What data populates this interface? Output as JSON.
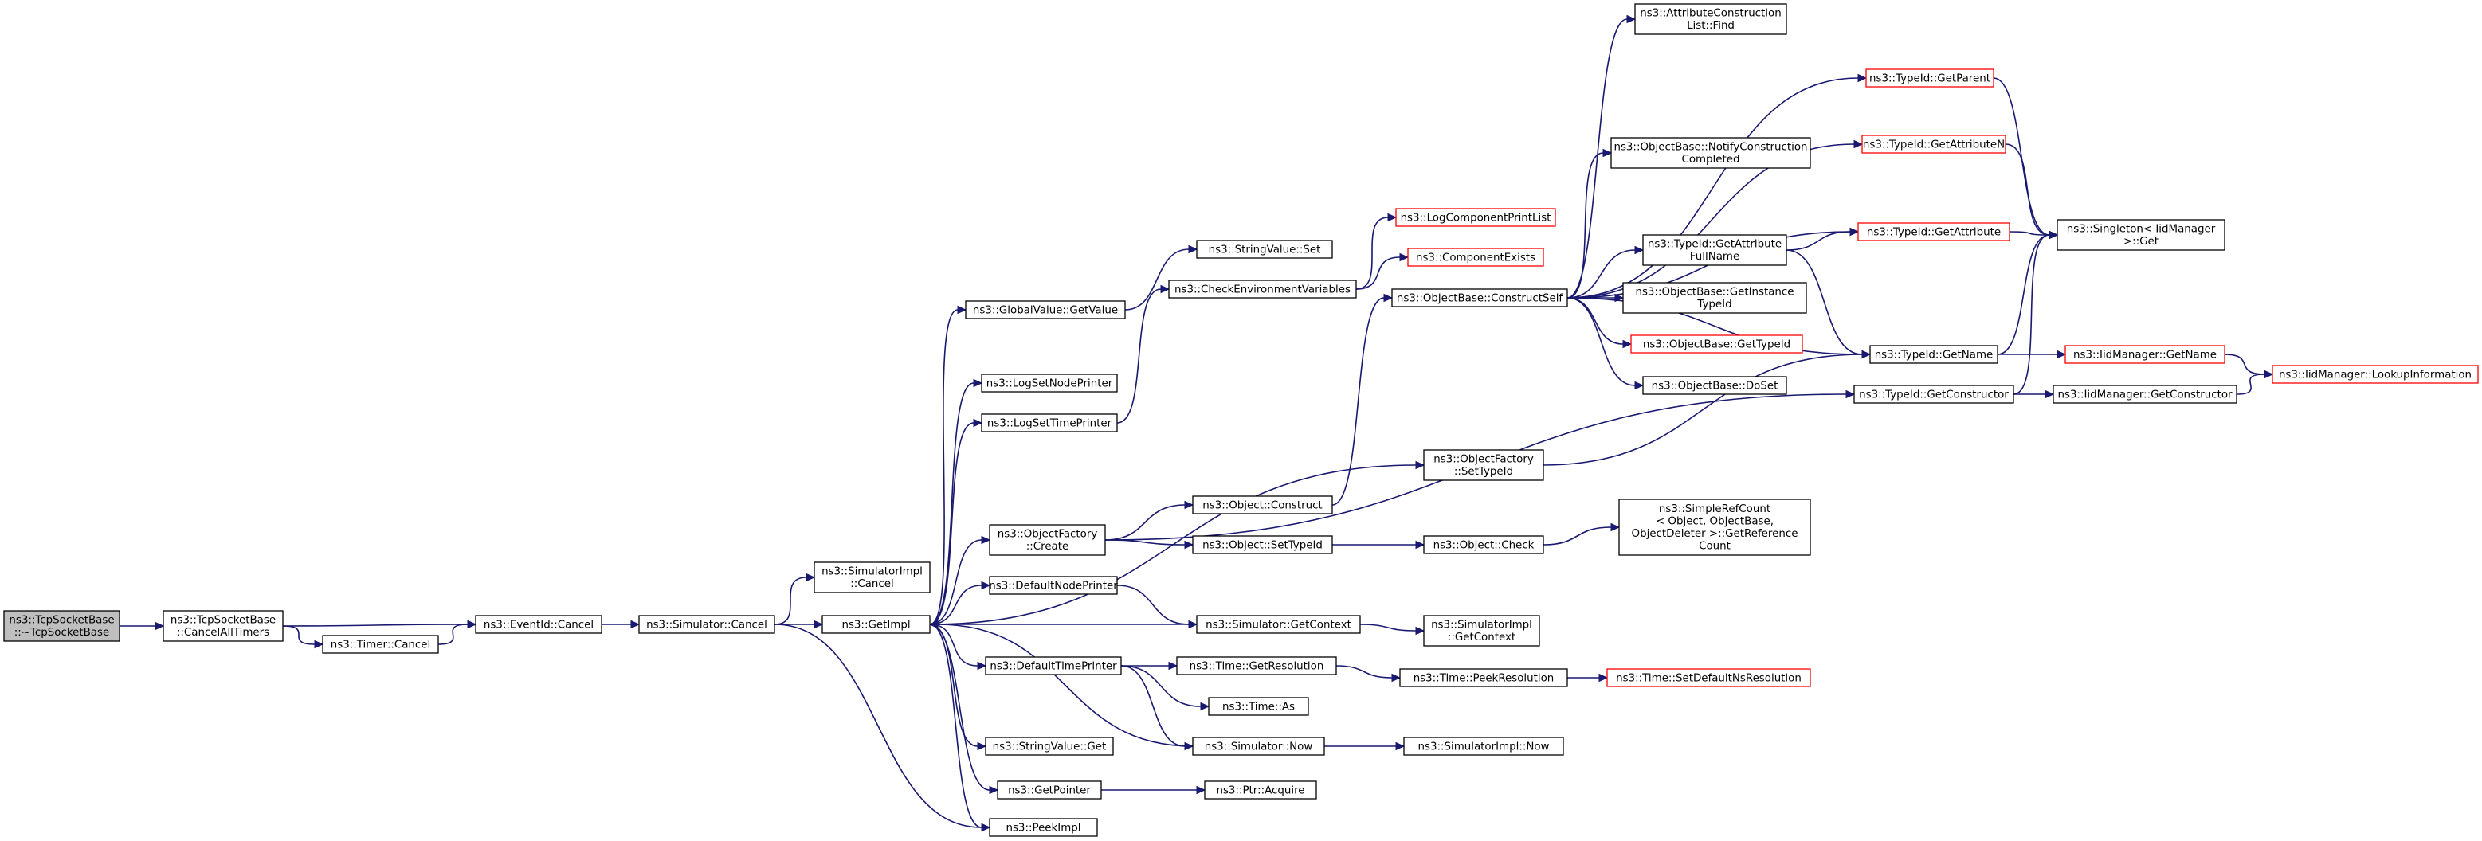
{
  "diagram": {
    "edge_color": "#191970",
    "root_fill": "#bfbfbf",
    "truncated_stroke": "#ff0000",
    "nodes": [
      {
        "id": "tcp_dtor",
        "lines": [
          "ns3::TcpSocketBase",
          "::~TcpSocketBase"
        ],
        "style": "root"
      },
      {
        "id": "cancel_all",
        "lines": [
          "ns3::TcpSocketBase",
          "::CancelAllTimers"
        ],
        "style": "normal"
      },
      {
        "id": "timer_cancel",
        "lines": [
          "ns3::Timer::Cancel"
        ],
        "style": "normal"
      },
      {
        "id": "eventid_cancel",
        "lines": [
          "ns3::EventId::Cancel"
        ],
        "style": "normal"
      },
      {
        "id": "sim_cancel",
        "lines": [
          "ns3::Simulator::Cancel"
        ],
        "style": "normal"
      },
      {
        "id": "simimpl_cancel",
        "lines": [
          "ns3::SimulatorImpl",
          "::Cancel"
        ],
        "style": "normal"
      },
      {
        "id": "getimpl",
        "lines": [
          "ns3::GetImpl"
        ],
        "style": "normal"
      },
      {
        "id": "peekimpl",
        "lines": [
          "ns3::PeekImpl"
        ],
        "style": "normal"
      },
      {
        "id": "gv_getvalue",
        "lines": [
          "ns3::GlobalValue::GetValue"
        ],
        "style": "normal"
      },
      {
        "id": "lognodeprinter",
        "lines": [
          "ns3::LogSetNodePrinter"
        ],
        "style": "normal"
      },
      {
        "id": "logtimeprinter",
        "lines": [
          "ns3::LogSetTimePrinter"
        ],
        "style": "normal"
      },
      {
        "id": "of_create",
        "lines": [
          "ns3::ObjectFactory",
          "::Create"
        ],
        "style": "normal"
      },
      {
        "id": "defnodeprinter",
        "lines": [
          "ns3::DefaultNodePrinter"
        ],
        "style": "normal"
      },
      {
        "id": "deftimeprinter",
        "lines": [
          "ns3::DefaultTimePrinter"
        ],
        "style": "normal"
      },
      {
        "id": "strval_get",
        "lines": [
          "ns3::StringValue::Get"
        ],
        "style": "normal"
      },
      {
        "id": "getpointer",
        "lines": [
          "ns3::GetPointer"
        ],
        "style": "normal"
      },
      {
        "id": "strval_set",
        "lines": [
          "ns3::StringValue::Set"
        ],
        "style": "normal"
      },
      {
        "id": "checkenv",
        "lines": [
          "ns3::CheckEnvironmentVariables"
        ],
        "style": "normal"
      },
      {
        "id": "obj_construct",
        "lines": [
          "ns3::Object::Construct"
        ],
        "style": "normal"
      },
      {
        "id": "obj_settypeid",
        "lines": [
          "ns3::Object::SetTypeId"
        ],
        "style": "normal"
      },
      {
        "id": "sim_getcontext",
        "lines": [
          "ns3::Simulator::GetContext"
        ],
        "style": "normal"
      },
      {
        "id": "time_getres",
        "lines": [
          "ns3::Time::GetResolution"
        ],
        "style": "normal"
      },
      {
        "id": "time_as",
        "lines": [
          "ns3::Time::As"
        ],
        "style": "normal"
      },
      {
        "id": "sim_now",
        "lines": [
          "ns3::Simulator::Now"
        ],
        "style": "normal"
      },
      {
        "id": "ptr_acquire",
        "lines": [
          "ns3::Ptr::Acquire"
        ],
        "style": "normal"
      },
      {
        "id": "logcompprint",
        "lines": [
          "ns3::LogComponentPrintList"
        ],
        "style": "truncated"
      },
      {
        "id": "compexists",
        "lines": [
          "ns3::ComponentExists"
        ],
        "style": "truncated"
      },
      {
        "id": "ob_constructself",
        "lines": [
          "ns3::ObjectBase::ConstructSelf"
        ],
        "style": "normal"
      },
      {
        "id": "of_settypeid",
        "lines": [
          "ns3::ObjectFactory",
          "::SetTypeId"
        ],
        "style": "normal"
      },
      {
        "id": "obj_check",
        "lines": [
          "ns3::Object::Check"
        ],
        "style": "normal"
      },
      {
        "id": "simimpl_getcontext",
        "lines": [
          "ns3::SimulatorImpl",
          "::GetContext"
        ],
        "style": "normal"
      },
      {
        "id": "time_peekres",
        "lines": [
          "ns3::Time::PeekResolution"
        ],
        "style": "normal"
      },
      {
        "id": "simimpl_now",
        "lines": [
          "ns3::SimulatorImpl::Now"
        ],
        "style": "normal"
      },
      {
        "id": "attrlist_find",
        "lines": [
          "ns3::AttributeConstruction",
          "List::Find"
        ],
        "style": "normal"
      },
      {
        "id": "ob_notify",
        "lines": [
          "ns3::ObjectBase::NotifyConstruction",
          "Completed"
        ],
        "style": "normal"
      },
      {
        "id": "tid_getattrfull",
        "lines": [
          "ns3::TypeId::GetAttribute",
          "FullName"
        ],
        "style": "normal"
      },
      {
        "id": "ob_getinstance",
        "lines": [
          "ns3::ObjectBase::GetInstance",
          "TypeId"
        ],
        "style": "normal"
      },
      {
        "id": "ob_gettypeid",
        "lines": [
          "ns3::ObjectBase::GetTypeId"
        ],
        "style": "truncated"
      },
      {
        "id": "ob_doset",
        "lines": [
          "ns3::ObjectBase::DoSet"
        ],
        "style": "normal"
      },
      {
        "id": "simplerefcount",
        "lines": [
          "ns3::SimpleRefCount",
          "< Object, ObjectBase,",
          "ObjectDeleter >::GetReference",
          "Count"
        ],
        "style": "normal"
      },
      {
        "id": "time_setdefault",
        "lines": [
          "ns3::Time::SetDefaultNsResolution"
        ],
        "style": "truncated"
      },
      {
        "id": "tid_getparent",
        "lines": [
          "ns3::TypeId::GetParent"
        ],
        "style": "truncated"
      },
      {
        "id": "tid_getattrn",
        "lines": [
          "ns3::TypeId::GetAttributeN"
        ],
        "style": "truncated"
      },
      {
        "id": "tid_getattr",
        "lines": [
          "ns3::TypeId::GetAttribute"
        ],
        "style": "truncated"
      },
      {
        "id": "tid_getname",
        "lines": [
          "ns3::TypeId::GetName"
        ],
        "style": "normal"
      },
      {
        "id": "tid_getconstructor",
        "lines": [
          "ns3::TypeId::GetConstructor"
        ],
        "style": "normal"
      },
      {
        "id": "singleton_get",
        "lines": [
          "ns3::Singleton< IidManager",
          "&gt;::Get"
        ],
        "style": "normal"
      },
      {
        "id": "iid_getname",
        "lines": [
          "ns3::IidManager::GetName"
        ],
        "style": "truncated"
      },
      {
        "id": "iid_getconstructor",
        "lines": [
          "ns3::IidManager::GetConstructor"
        ],
        "style": "normal"
      },
      {
        "id": "iid_lookup",
        "lines": [
          "ns3::IidManager::LookupInformation"
        ],
        "style": "truncated"
      }
    ],
    "edges": [
      [
        "tcp_dtor",
        "cancel_all"
      ],
      [
        "cancel_all",
        "eventid_cancel"
      ],
      [
        "cancel_all",
        "timer_cancel"
      ],
      [
        "timer_cancel",
        "eventid_cancel"
      ],
      [
        "eventid_cancel",
        "sim_cancel"
      ],
      [
        "sim_cancel",
        "simimpl_cancel"
      ],
      [
        "sim_cancel",
        "getimpl"
      ],
      [
        "sim_cancel",
        "peekimpl"
      ],
      [
        "getimpl",
        "gv_getvalue"
      ],
      [
        "getimpl",
        "lognodeprinter"
      ],
      [
        "getimpl",
        "logtimeprinter"
      ],
      [
        "getimpl",
        "of_settypeid"
      ],
      [
        "getimpl",
        "of_create"
      ],
      [
        "getimpl",
        "defnodeprinter"
      ],
      [
        "getimpl",
        "deftimeprinter"
      ],
      [
        "getimpl",
        "strval_get"
      ],
      [
        "getimpl",
        "getpointer"
      ],
      [
        "getimpl",
        "peekimpl"
      ],
      [
        "gv_getvalue",
        "strval_set"
      ],
      [
        "logtimeprinter",
        "checkenv"
      ],
      [
        "checkenv",
        "logcompprint"
      ],
      [
        "checkenv",
        "compexists"
      ],
      [
        "of_create",
        "obj_construct"
      ],
      [
        "of_create",
        "obj_settypeid"
      ],
      [
        "of_create",
        "tid_getconstructor"
      ],
      [
        "obj_construct",
        "ob_constructself"
      ],
      [
        "obj_settypeid",
        "obj_check"
      ],
      [
        "obj_check",
        "simplerefcount"
      ],
      [
        "defnodeprinter",
        "sim_getcontext"
      ],
      [
        "sim_getcontext",
        "getimpl"
      ],
      [
        "sim_getcontext",
        "simimpl_getcontext"
      ],
      [
        "deftimeprinter",
        "time_getres"
      ],
      [
        "deftimeprinter",
        "time_as"
      ],
      [
        "deftimeprinter",
        "sim_now"
      ],
      [
        "sim_now",
        "getimpl"
      ],
      [
        "sim_now",
        "simimpl_now"
      ],
      [
        "time_getres",
        "time_peekres"
      ],
      [
        "time_peekres",
        "time_setdefault"
      ],
      [
        "getpointer",
        "ptr_acquire"
      ],
      [
        "of_settypeid",
        "tid_getname"
      ],
      [
        "ob_constructself",
        "attrlist_find"
      ],
      [
        "ob_constructself",
        "tid_getparent"
      ],
      [
        "ob_constructself",
        "ob_notify"
      ],
      [
        "ob_constructself",
        "tid_getattrn"
      ],
      [
        "ob_constructself",
        "tid_getattr"
      ],
      [
        "ob_constructself",
        "tid_getattrfull"
      ],
      [
        "ob_constructself",
        "ob_getinstance"
      ],
      [
        "ob_constructself",
        "ob_gettypeid"
      ],
      [
        "ob_constructself",
        "ob_doset"
      ],
      [
        "ob_constructself",
        "tid_getname"
      ],
      [
        "tid_getattrfull",
        "tid_getattr"
      ],
      [
        "tid_getattrfull",
        "tid_getname"
      ],
      [
        "tid_getparent",
        "singleton_get"
      ],
      [
        "tid_getattrn",
        "singleton_get"
      ],
      [
        "tid_getattr",
        "singleton_get"
      ],
      [
        "tid_getname",
        "singleton_get"
      ],
      [
        "tid_getname",
        "iid_getname"
      ],
      [
        "tid_getconstructor",
        "singleton_get"
      ],
      [
        "tid_getconstructor",
        "iid_getconstructor"
      ],
      [
        "iid_getname",
        "iid_lookup"
      ],
      [
        "iid_getconstructor",
        "iid_lookup"
      ]
    ]
  }
}
